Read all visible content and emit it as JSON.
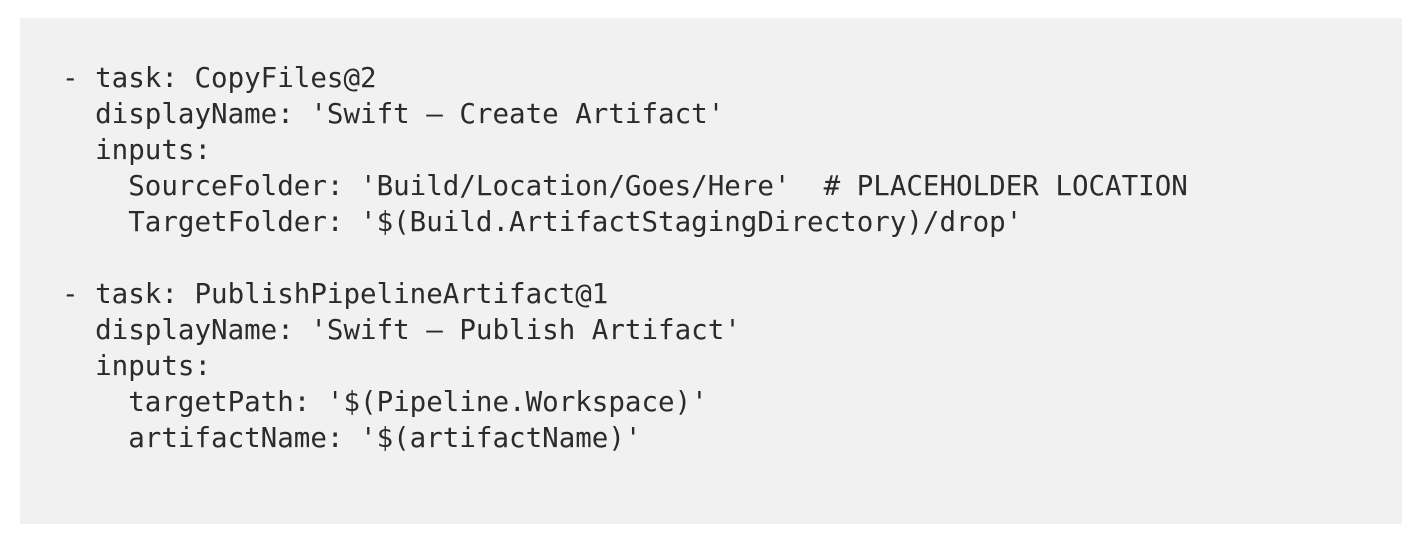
{
  "panel": {
    "background_color": "#f1f1f1",
    "page_background_color": "#ffffff",
    "text_color": "#2b2b2b",
    "language": "yaml"
  },
  "code": {
    "lines": [
      "- task: CopyFiles@2",
      "  displayName: 'Swift – Create Artifact'",
      "  inputs:",
      "    SourceFolder: 'Build/Location/Goes/Here'  # PLACEHOLDER LOCATION",
      "    TargetFolder: '$(Build.ArtifactStagingDirectory)/drop'",
      "",
      "- task: PublishPipelineArtifact@1",
      "  displayName: 'Swift – Publish Artifact'",
      "  inputs:",
      "    targetPath: '$(Pipeline.Workspace)'",
      "    artifactName: '$(artifactName)'"
    ]
  }
}
